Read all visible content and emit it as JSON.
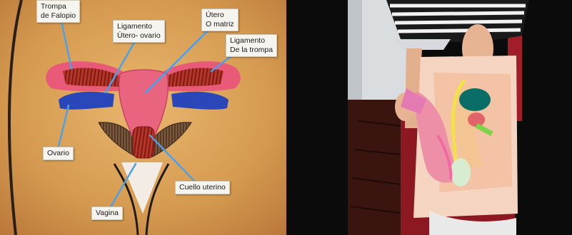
{
  "left_model": {
    "labels": {
      "trompa": "Trompa\nde Falopio",
      "ligamento_utero_ovario": "Ligamento\nÚtero- ovario",
      "utero": "Útero\nO matriz",
      "ligamento_trompa": "Ligamento\nDe la trompa",
      "ovario": "Ovario",
      "cuello_uterino": "Cuello uterino",
      "vagina": "Vagina"
    }
  }
}
